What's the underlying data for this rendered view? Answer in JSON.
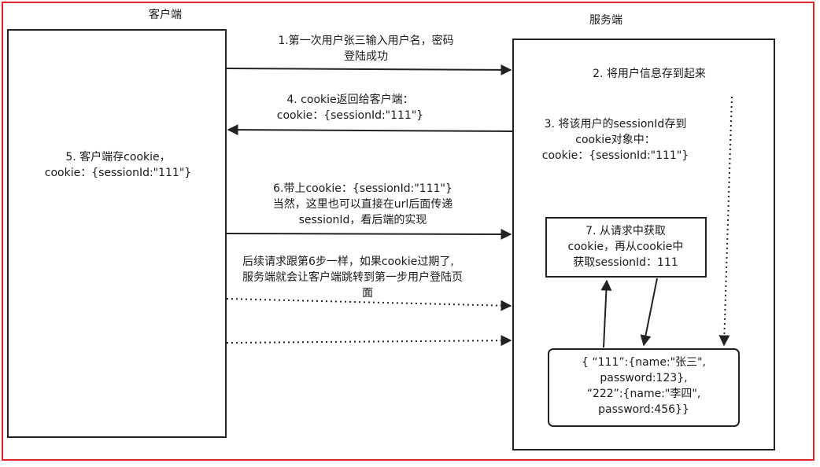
{
  "client": {
    "title": "客户端",
    "store_text": [
      "5. 客户端存cookie，",
      "cookie：{sessionId:\"111\"}"
    ]
  },
  "server": {
    "title": "服务端",
    "step2": "2. 将用户信息存到起来",
    "step3": [
      "3. 将该用户的sessionId存到",
      "cookie对象中：",
      "cookie：{sessionId:\"111\"}"
    ],
    "step7": [
      "7. 从请求中获取",
      "cookie，再从cookie中",
      "获取sessionId：111"
    ],
    "store": [
      "{ “111”:{name:\"张三\",",
      "password:123},",
      "“222”:{name:\"李四\",",
      "password:456}}"
    ]
  },
  "messages": {
    "step1": [
      "1.第一次用户张三输入用户名，密码",
      "登陆成功"
    ],
    "step4": [
      "4. cookie返回给客户端：",
      "cookie：{sessionId:\"111\"}"
    ],
    "step6": [
      "6.带上cookie：{sessionId:\"111\"}",
      "当然，这里也可以直接在url后面传递",
      "sessionId，看后端的实现"
    ],
    "followup": [
      "后续请求跟第6步一样，如果cookie过期了,",
      "服务端就会让客户端跳转到第一步用户登陆页",
      "面"
    ]
  },
  "colors": {
    "frame": "#e0242b",
    "stroke": "#222222"
  }
}
